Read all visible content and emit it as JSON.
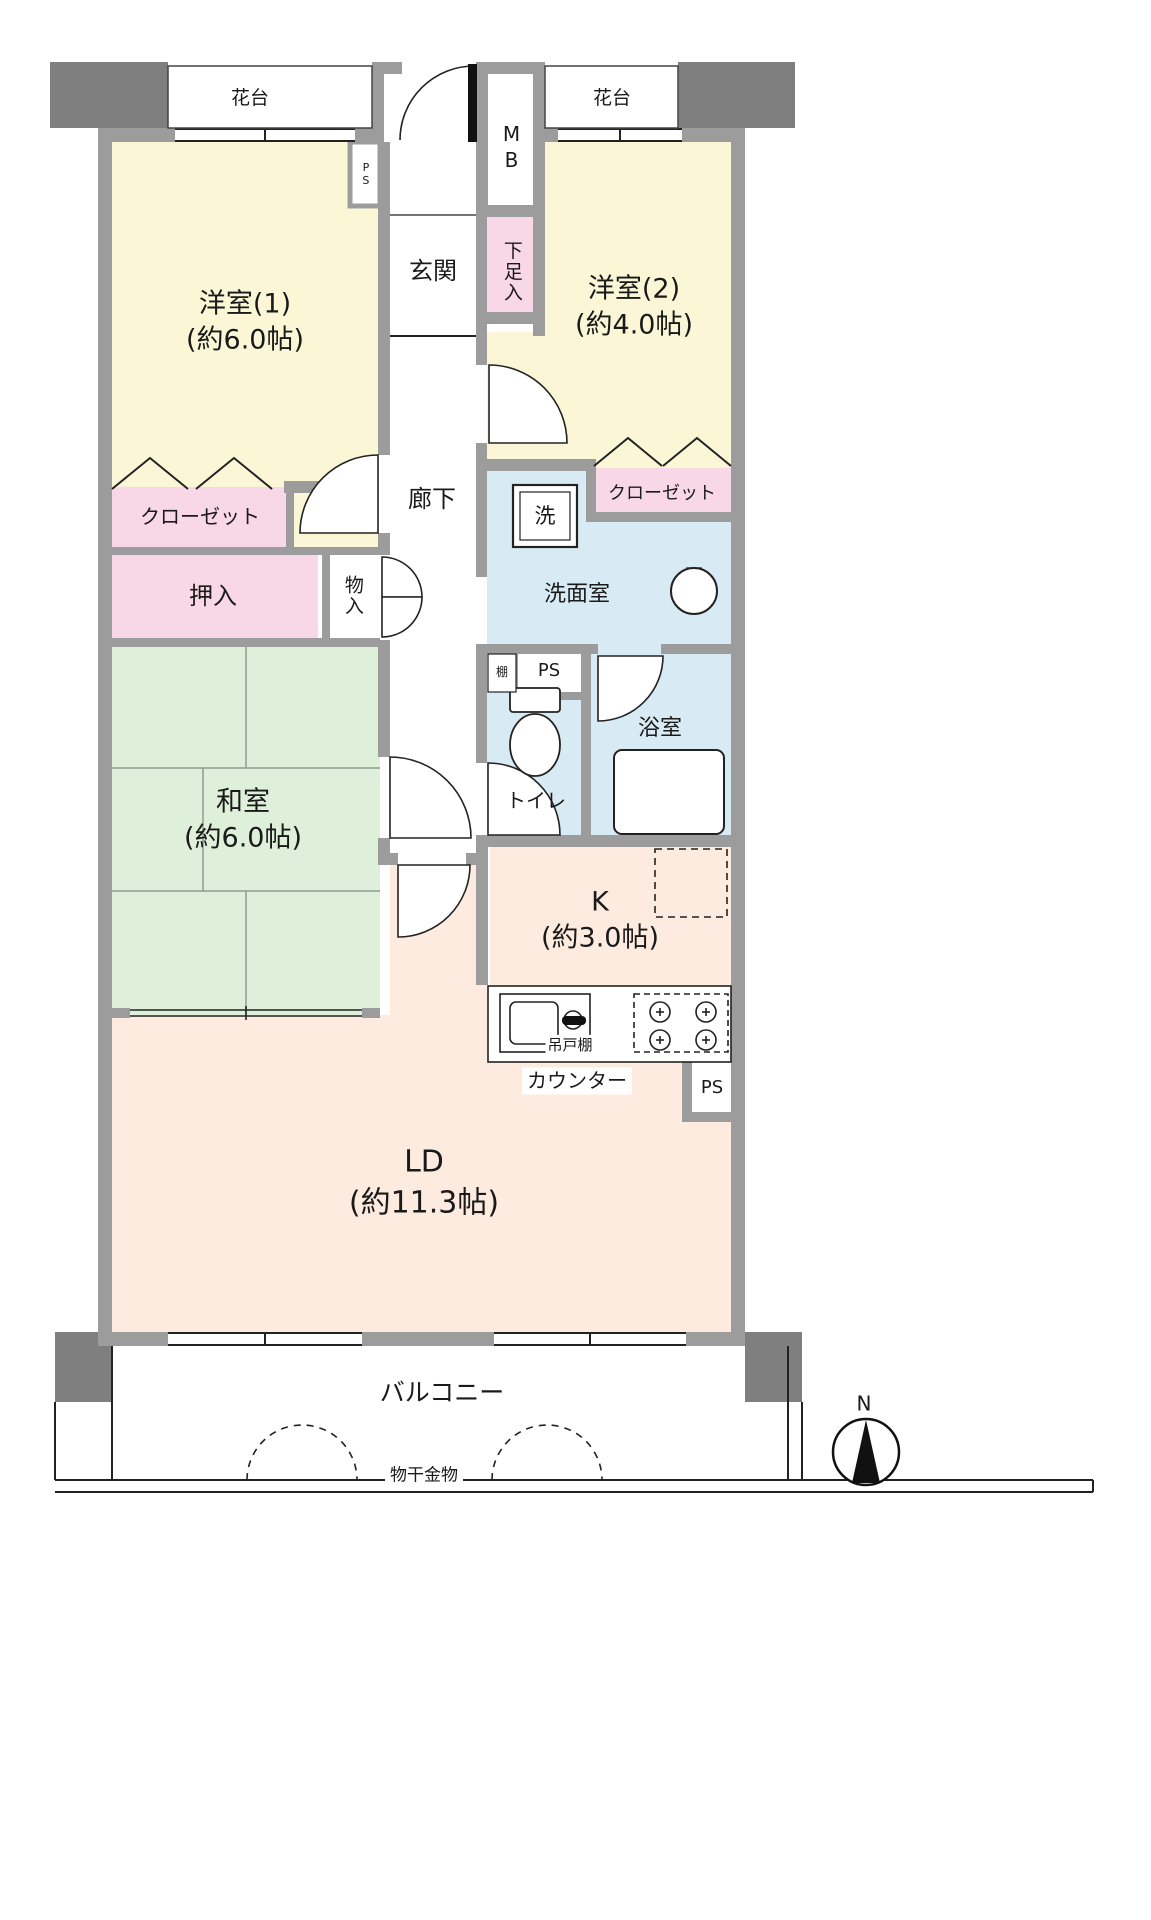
{
  "title": "マンション間取り図",
  "colors": {
    "wall": "#9c9c9c",
    "pillar": "#7f7f7f",
    "western_room": "#fbf7d6",
    "closet_pink": "#f8d8e6",
    "tatami_green": "#def0da",
    "wet_area_blue": "#d8eaf4",
    "living_peach": "#fdebdf",
    "line": "#222222"
  },
  "labels": {
    "hanadai_left": "花台",
    "hanadai_right": "花台",
    "mb": "MB",
    "ps_top": "PS",
    "genkan": "玄関",
    "getabako": "下足入",
    "yoshitsu1_name": "洋室(1)",
    "yoshitsu1_size": "(約6.0帖)",
    "yoshitsu2_name": "洋室(2)",
    "yoshitsu2_size": "(約4.0帖)",
    "rouka": "廊下",
    "closet_left": "クローゼット",
    "closet_right": "クローゼット",
    "oshiire": "押入",
    "monoire": "物入",
    "sen": "洗",
    "senmenshitsu": "洗面室",
    "tana": "棚",
    "ps_mid": "PS",
    "toilet": "トイレ",
    "yokushitsu": "浴室",
    "washitsu_name": "和室",
    "washitsu_size": "(約6.0帖)",
    "kitchen_name": "K",
    "kitchen_size": "(約3.0帖)",
    "tsuridana": "吊戸棚",
    "counter": "カウンター",
    "ps_bottom": "PS",
    "ld_name": "LD",
    "ld_size": "(約11.3帖)",
    "balcony": "バルコニー",
    "monohoshi": "物干金物",
    "north": "N"
  }
}
